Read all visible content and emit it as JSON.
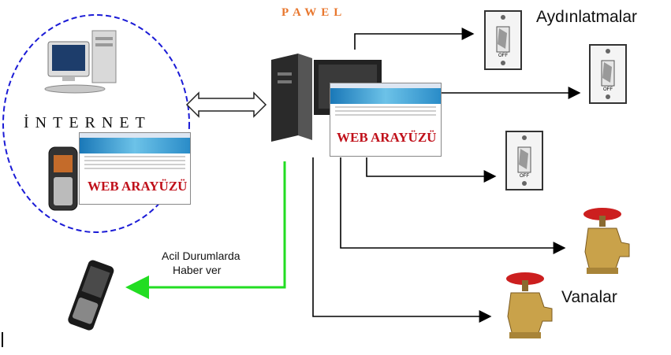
{
  "title": "PAWEL",
  "internet_label": "İNTERNET",
  "web_label": "WEB ARAYÜZÜ",
  "lights_label": "Aydınlatmalar",
  "valves_label": "Vanalar",
  "alert_label_line1": "Acil Durumlarda",
  "alert_label_line2": "Haber ver",
  "switch_text": "OFF",
  "colors": {
    "title": "#e8772e",
    "web_label": "#c0101a",
    "cloud_border": "#1b1bd6",
    "alert_arrow": "#22dd22",
    "valve_handle": "#cc1f1f",
    "valve_body": "#c9a24a"
  },
  "icons": [
    "desktop-computer-icon",
    "mobile-phone-icon",
    "server-computer-icon",
    "light-switch-icon",
    "valve-icon",
    "smartphone-icon"
  ]
}
